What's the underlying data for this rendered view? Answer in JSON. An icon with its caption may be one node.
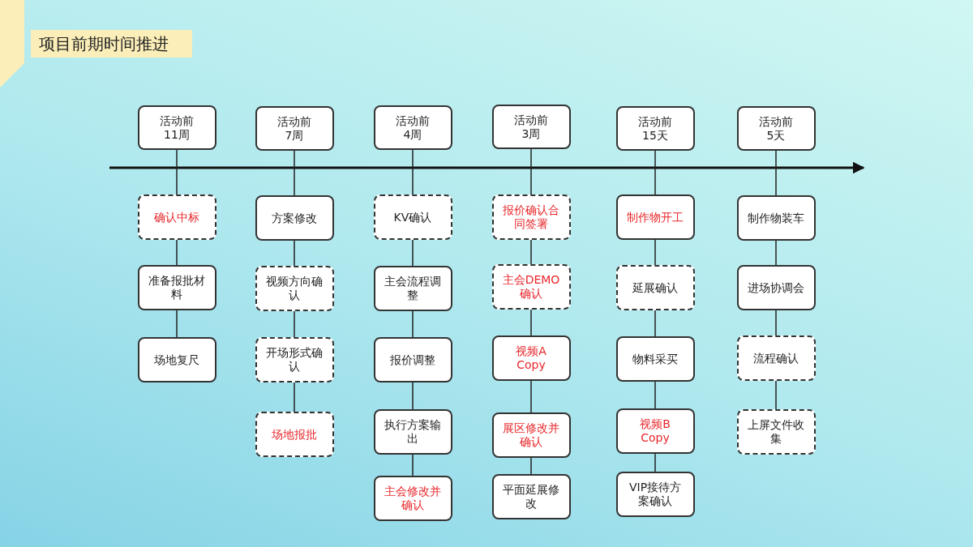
{
  "diagram": {
    "title": "项目前期时间推进",
    "nodes": [
      {
        "text": [
          "活动前11周"
        ]
      },
      {
        "text": [
          "确认中标"
        ]
      },
      {
        "text": [
          "准备报批材料"
        ]
      },
      {
        "text": [
          "场地复尺"
        ]
      },
      {
        "text": [
          "活动前7周"
        ]
      },
      {
        "text": [
          "方案修改"
        ]
      },
      {
        "text": [
          "视频方向确认"
        ]
      },
      {
        "text": [
          "开场形式确认"
        ]
      },
      {
        "text": [
          "场地报批"
        ]
      },
      {
        "text": [
          "活动前4周"
        ]
      },
      {
        "text": [
          "KV确认"
        ]
      },
      {
        "text": [
          "主会流程调整"
        ]
      },
      {
        "text": [
          "报价调整"
        ]
      },
      {
        "text": [
          "执行方案输出"
        ]
      },
      {
        "text": [
          "主会修改并确认"
        ]
      },
      {
        "text": [
          "活动前3周"
        ]
      },
      {
        "text": [
          "报价确认合同签署"
        ]
      },
      {
        "text": [
          "主会DEMO确认"
        ]
      },
      {
        "text": [
          "视频A Copy"
        ]
      },
      {
        "text": [
          "展区修改并确认"
        ]
      },
      {
        "text": [
          "平面延展修改"
        ]
      },
      {
        "text": [
          "活动前15天"
        ]
      },
      {
        "text": [
          "制作物开工"
        ]
      },
      {
        "text": [
          "延展确认"
        ]
      },
      {
        "text": [
          "物料采买"
        ]
      },
      {
        "text": [
          "视频B Copy"
        ]
      },
      {
        "text": [
          "VIP接待方案确认"
        ]
      },
      {
        "text": [
          "活动前5天"
        ]
      },
      {
        "text": [
          "制作物装车"
        ]
      },
      {
        "text": [
          "进场协调会"
        ]
      },
      {
        "text": [
          "流程确认"
        ]
      },
      {
        "text": [
          "上屏文件收集"
        ]
      }
    ],
    "edges": [
      {
        "from": 0,
        "to": 1,
        "arrow": "none"
      },
      {
        "from": 1,
        "to": 2,
        "arrow": "none"
      },
      {
        "from": 2,
        "to": 3,
        "arrow": "none"
      },
      {
        "from": 4,
        "to": 5,
        "arrow": "none"
      },
      {
        "from": 5,
        "to": 6,
        "arrow": "none"
      },
      {
        "from": 6,
        "to": 7,
        "arrow": "none"
      },
      {
        "from": 7,
        "to": 8,
        "arrow": "none"
      },
      {
        "from": 9,
        "to": 10,
        "arrow": "none"
      },
      {
        "from": 10,
        "to": 11,
        "arrow": "none"
      },
      {
        "from": 11,
        "to": 12,
        "arrow": "none"
      },
      {
        "from": 12,
        "to": 13,
        "arrow": "none"
      },
      {
        "from": 13,
        "to": 14,
        "arrow": "none"
      },
      {
        "from": 15,
        "to": 16,
        "arrow": "none"
      },
      {
        "from": 16,
        "to": 17,
        "arrow": "none"
      },
      {
        "from": 17,
        "to": 18,
        "arrow": "none"
      },
      {
        "from": 18,
        "to": 19,
        "arrow": "none"
      },
      {
        "from": 19,
        "to": 20,
        "arrow": "none"
      },
      {
        "from": 21,
        "to": 22,
        "arrow": "none"
      },
      {
        "from": 22,
        "to": 23,
        "arrow": "none"
      },
      {
        "from": 23,
        "to": 24,
        "arrow": "none"
      },
      {
        "from": 24,
        "to": 25,
        "arrow": "none"
      },
      {
        "from": 25,
        "to": 26,
        "arrow": "none"
      },
      {
        "from": 27,
        "to": 28,
        "arrow": "none"
      },
      {
        "from": 28,
        "to": 29,
        "arrow": "none"
      },
      {
        "from": 29,
        "to": 30,
        "arrow": "none"
      },
      {
        "from": 30,
        "to": 31,
        "arrow": "none"
      }
    ]
  }
}
